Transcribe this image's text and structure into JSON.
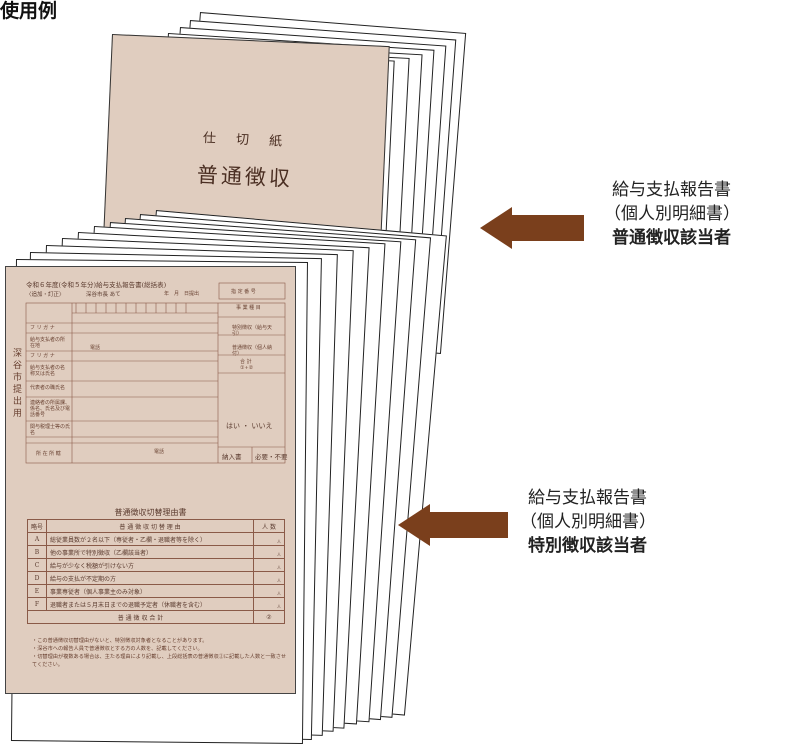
{
  "heading": "使用例",
  "divider": {
    "label": "仕 切 紙",
    "title": "普通徴収"
  },
  "summary_form": {
    "title": "令和６年度(令和５年分)給与支払報告書(総括表)",
    "subtitle": "〈追加・訂正〉",
    "addressee": "深谷市長 あて",
    "date_suffix": "年　月　日提出",
    "city_label": "深谷市提出用",
    "designation_number": "指 定 番 号",
    "business_type": "事 業 種 目",
    "special_collection": "特別徴収（給与天引）",
    "ordinary_collection": "普通徴収（個人納付）",
    "total_label": "合 計",
    "total_formula": "①+②",
    "furigana": "フ リ ガ ナ",
    "payer_name": "給与支払者の所在地",
    "phone": "電話",
    "payer_org": "給与支払者の名称又は氏名",
    "representative": "代表者の職氏名",
    "contact": "連絡者の所属課、係名、氏名及び電話番号",
    "accountant": "関与税理士等の氏名",
    "answer": "はい ・ いいえ",
    "tax_office": "納入書",
    "need_label": "必要・不要",
    "notes_head": "所 在 所 轄"
  },
  "reason_table": {
    "title": "普通徴収切替理由書",
    "headers": [
      "略号",
      "普 通 徴 収 切 替 理 由",
      "人 数"
    ],
    "rows": [
      {
        "code": "A",
        "reason": "総従業員数が２名以下（専従者・乙欄・退職者等を除く）"
      },
      {
        "code": "B",
        "reason": "他の事業所で特別徴収（乙欄該当者）"
      },
      {
        "code": "C",
        "reason": "給与が少なく税額が引けない方"
      },
      {
        "code": "D",
        "reason": "給与の支払が不定期の方"
      },
      {
        "code": "E",
        "reason": "事業専従者（個人事業主のみ対象）"
      },
      {
        "code": "F",
        "reason": "退職者または５月末日までの退職予定者（休職者を含む）"
      }
    ],
    "total": "普 通 徴 収 合 計",
    "total_marker": "②",
    "unit": "人",
    "notes": [
      "・この普通徴収切替理由がないと、特別徴収対象者となることがあります。",
      "・深谷市への報告人員で普通徴収とする方の人数を、記載してください。",
      "・切替理由が複数ある場合は、主たる理由により記載し、上段総括表の普通徴収②に記載した人数と一致させてください。"
    ]
  },
  "labels": {
    "ordinary": {
      "line1": "給与支払報告書",
      "line2": "（個人別明細書）",
      "line3": "普通徴収該当者"
    },
    "special": {
      "line1": "給与支払報告書",
      "line2": "（個人別明細書）",
      "line3": "特別徴収該当者"
    }
  },
  "colors": {
    "paper": "#e0cdbf",
    "arrow": "#7a3f1c",
    "ink": "#5a3a2e"
  }
}
